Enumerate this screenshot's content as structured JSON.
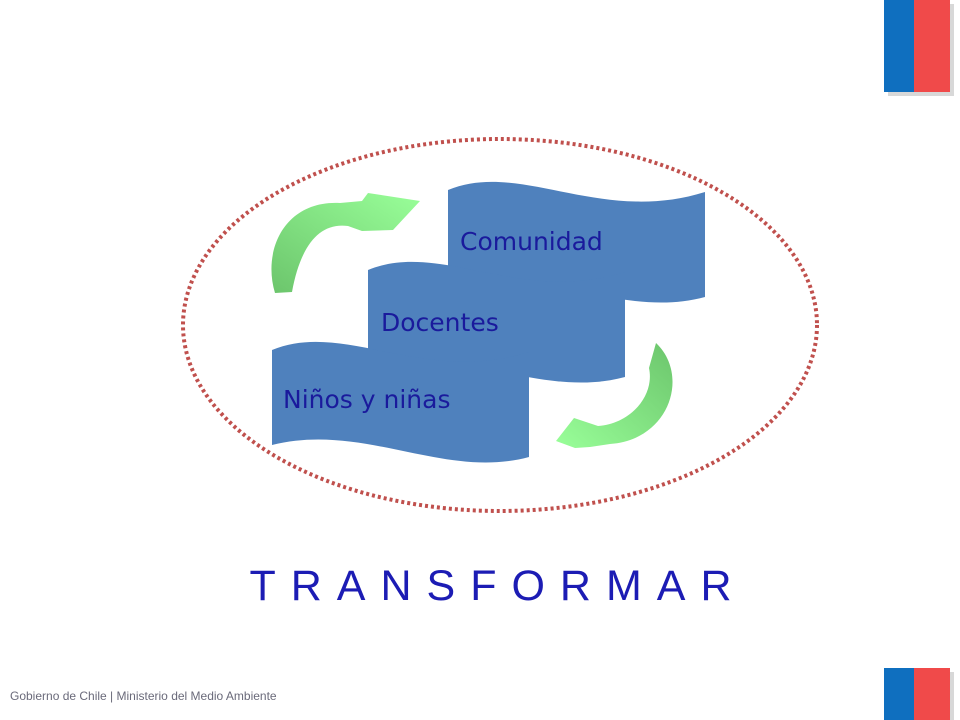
{
  "colors": {
    "banner": "#4f81bd",
    "label_text": "#1a1a9c",
    "ellipse_dots": "#c0504d",
    "arrow_light": "#99ff99",
    "arrow_dark": "#6cc56c",
    "headline_text": "#1c1cb4",
    "flag_blue": "#0f6fbf",
    "flag_red": "#f04a4a"
  },
  "diagram": {
    "banners": [
      {
        "label": "Comunidad"
      },
      {
        "label": "Docentes"
      },
      {
        "label": "Niños y niñas"
      }
    ],
    "arrows": [
      {
        "icon": "curved-arrow-icon",
        "direction": "up-right"
      },
      {
        "icon": "curved-arrow-icon",
        "direction": "down-left"
      }
    ]
  },
  "headline": "TRANSFORMAR",
  "footer": {
    "text": "Gobierno de Chile | Ministerio del Medio Ambiente"
  }
}
